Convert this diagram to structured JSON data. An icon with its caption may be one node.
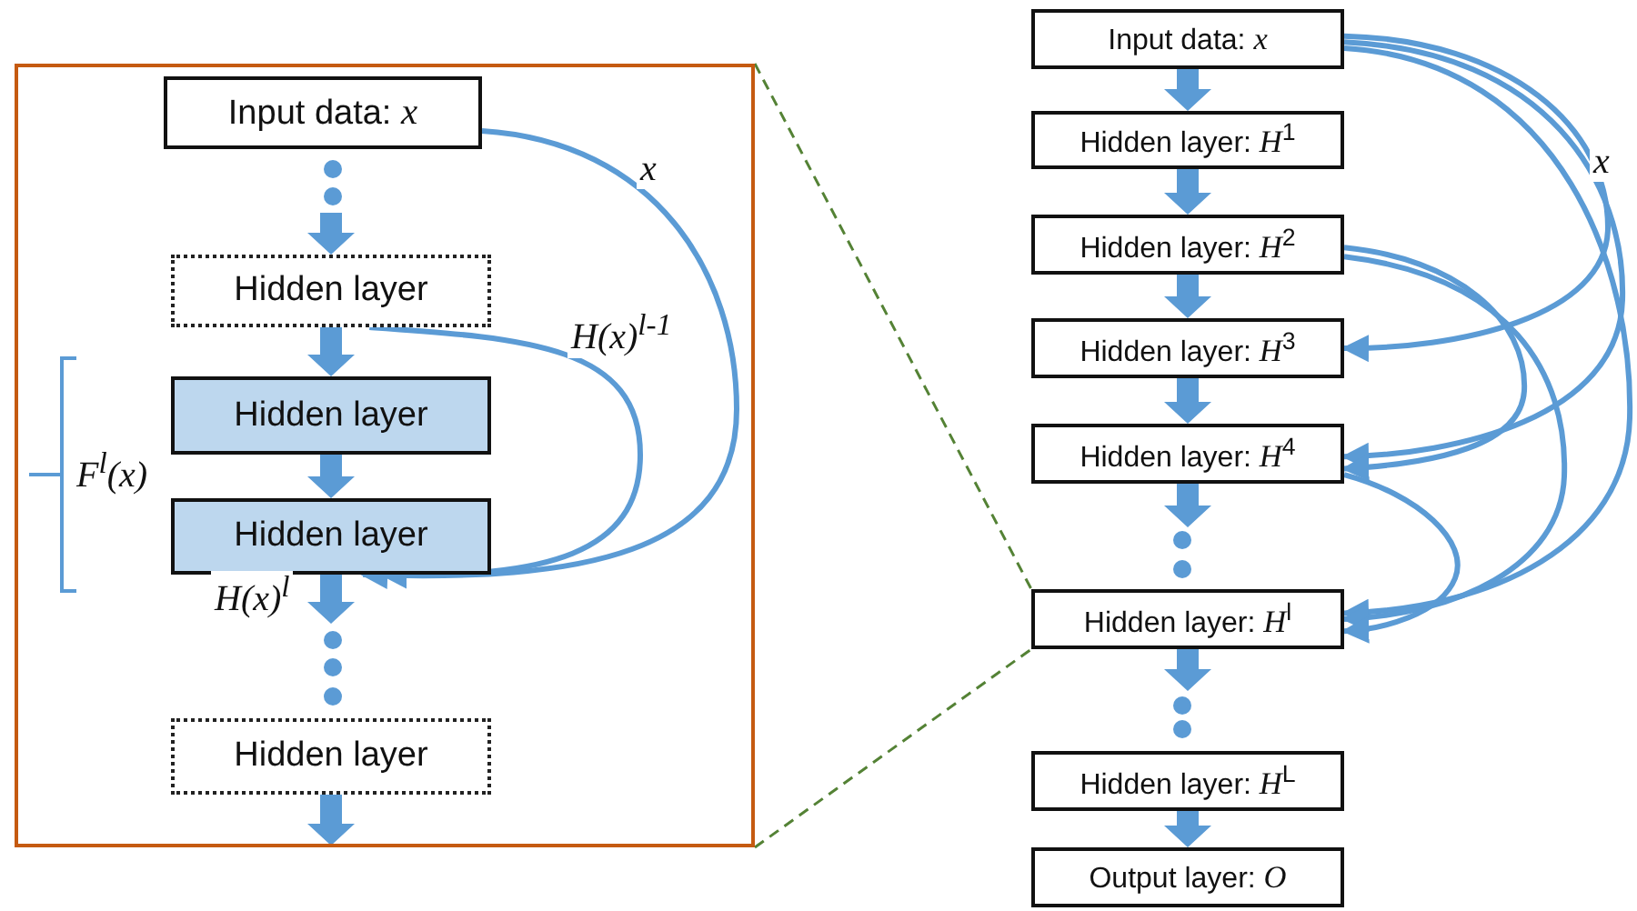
{
  "diagram": {
    "nodes": [
      {
        "text": [],
        "shape": "box"
      },
      {
        "text": [
          "Input data: *x*"
        ],
        "in": 0
      },
      {
        "text": [
          "Hidden layer"
        ],
        "in": 0
      },
      {
        "text": [
          "Hidden layer"
        ],
        "in": 0
      },
      {
        "text": [
          "Hidden layer"
        ],
        "in": 0
      },
      {
        "text": [
          "Hidden layer"
        ],
        "in": 0
      },
      {
        "text": [
          "Input data: *x*"
        ]
      },
      {
        "text": [
          "Hidden layer: *H*$^{1}$"
        ]
      },
      {
        "text": [
          "Hidden layer: *H*$^{2}$"
        ]
      },
      {
        "text": [
          "Hidden layer: *H*$^{3}$"
        ]
      },
      {
        "text": [
          "Hidden layer: *H*$^{4}$"
        ]
      },
      {
        "text": [
          "Hidden layer: *H*$^{l}$"
        ]
      },
      {
        "text": [
          "Hidden layer: *H*$^{L}$"
        ]
      },
      {
        "text": [
          "Output layer: *O*"
        ]
      }
    ],
    "edges": [
      {
        "from": 0,
        "to": 11,
        "arrow": "none",
        "style": "dashed",
        "color": "#548235"
      },
      {
        "from": 0,
        "to": 11,
        "arrow": "none",
        "style": "dashed",
        "color": "#548235"
      },
      {
        "from": null,
        "to": 2,
        "arrow": "to",
        "style": "thick"
      },
      {
        "from": 2,
        "to": 3,
        "arrow": "to",
        "style": "thick"
      },
      {
        "from": 3,
        "to": 4,
        "arrow": "to",
        "style": "thick"
      },
      {
        "from": 4,
        "to": null,
        "arrow": "to",
        "style": "thick"
      },
      {
        "from": 5,
        "to": null,
        "arrow": "to",
        "style": "thick"
      },
      {
        "from": 1,
        "to": 4,
        "arrow": "to",
        "label": "x"
      },
      {
        "from": 2,
        "to": 4,
        "arrow": "to",
        "label": "H(x)$^{l-1}$"
      },
      {
        "from": 6,
        "to": 7,
        "arrow": "to",
        "style": "thick"
      },
      {
        "from": 7,
        "to": 8,
        "arrow": "to",
        "style": "thick"
      },
      {
        "from": 8,
        "to": 9,
        "arrow": "to",
        "style": "thick"
      },
      {
        "from": 9,
        "to": 10,
        "arrow": "to",
        "style": "thick"
      },
      {
        "from": 10,
        "to": null,
        "arrow": "to",
        "style": "thick"
      },
      {
        "from": 11,
        "to": null,
        "arrow": "to",
        "style": "thick"
      },
      {
        "from": 12,
        "to": 13,
        "arrow": "to",
        "style": "thick"
      },
      {
        "from": 6,
        "to": 9,
        "arrow": "to",
        "label": "x"
      },
      {
        "from": 6,
        "to": 10,
        "arrow": "to"
      },
      {
        "from": 6,
        "to": 11,
        "arrow": "to"
      },
      {
        "from": 8,
        "to": 10,
        "arrow": "to"
      },
      {
        "from": 8,
        "to": 11,
        "arrow": "to"
      },
      {
        "from": 10,
        "to": 11,
        "arrow": "to"
      }
    ],
    "labels": [
      "F$^{l}$(x)",
      "H(x)$^{l}$"
    ]
  }
}
